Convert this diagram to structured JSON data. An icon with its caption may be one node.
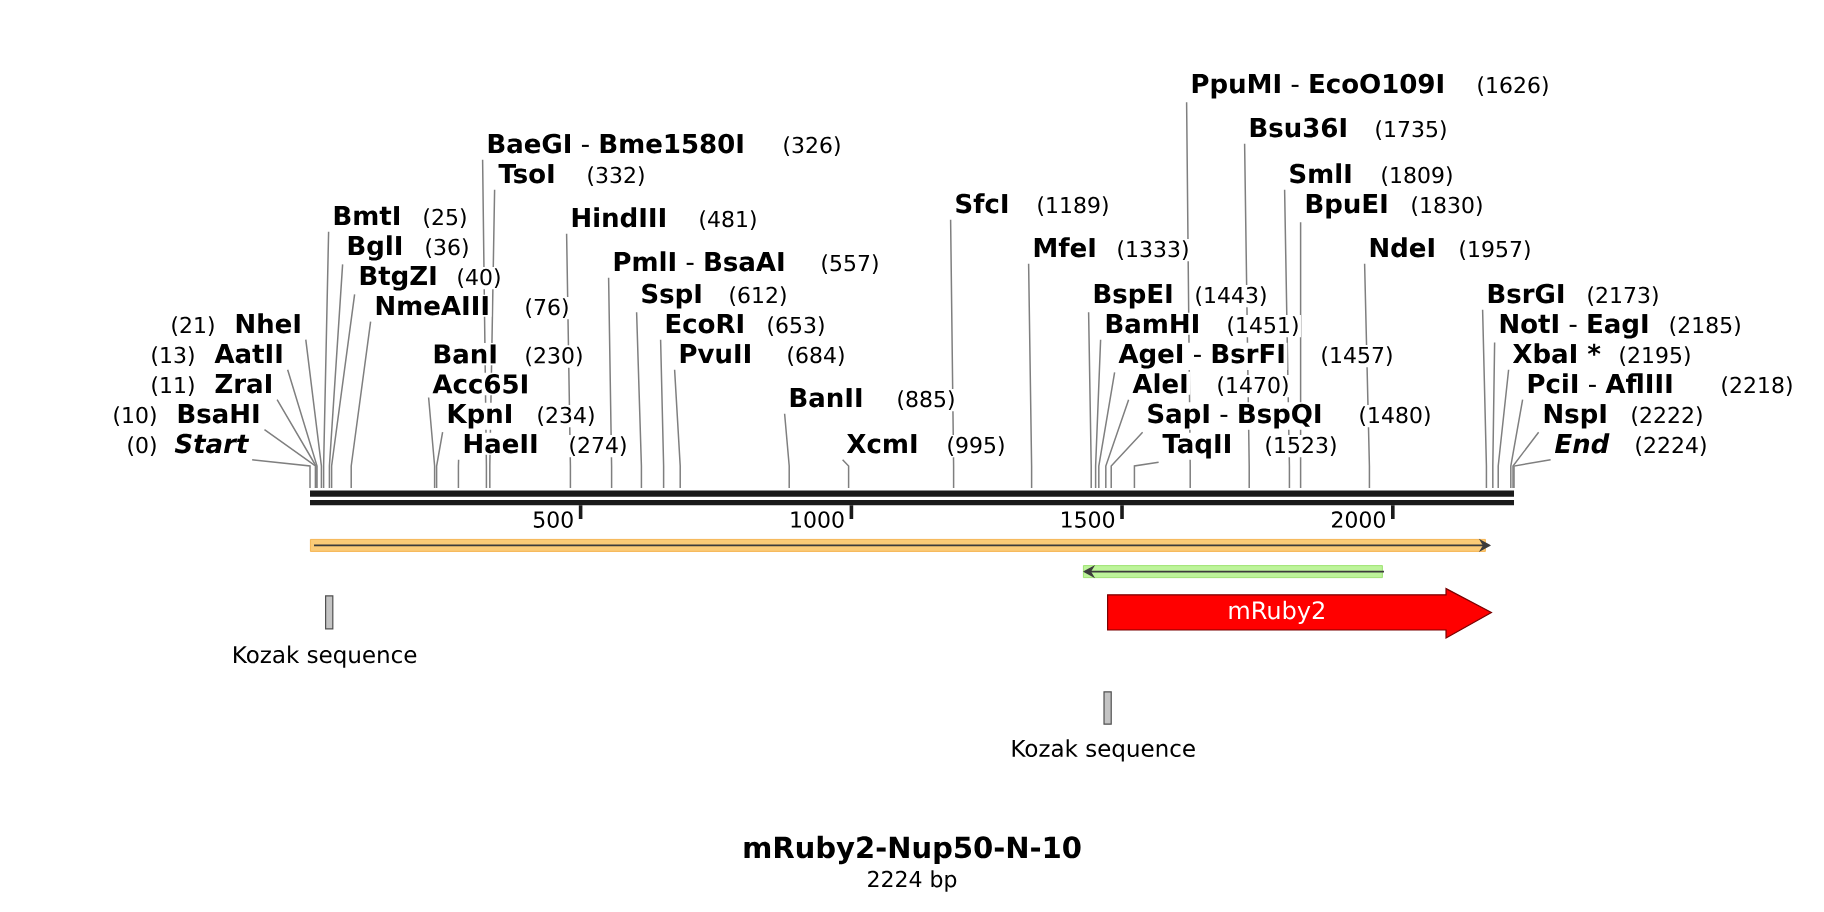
{
  "diagram": {
    "title": "mRuby2-Nup50-N-10",
    "caption": "2224 bp",
    "nodes": [
      {
        "text": [
          "(0)",
          "Start"
        ]
      },
      {
        "text": [
          "(10)",
          "BsaHI"
        ]
      },
      {
        "text": [
          "(11)",
          "ZraI"
        ]
      },
      {
        "text": [
          "(13)",
          "AatII"
        ]
      },
      {
        "text": [
          "(21)",
          "NheI"
        ]
      },
      {
        "text": [
          "BmtI",
          "(25)"
        ]
      },
      {
        "text": [
          "BglI",
          "(36)"
        ]
      },
      {
        "text": [
          "BtgZI",
          "(40)"
        ]
      },
      {
        "text": [
          "NmeAIII",
          "(76)"
        ]
      },
      {
        "text": [
          "BanI",
          "(230)",
          "Acc65I"
        ]
      },
      {
        "text": [
          "KpnI",
          "(234)"
        ]
      },
      {
        "text": [
          "HaeII",
          "(274)"
        ]
      },
      {
        "text": [
          "**BaeGI** - **Bme1580I**",
          "(326)"
        ]
      },
      {
        "text": [
          "TsoI",
          "(332)"
        ]
      },
      {
        "text": [
          "HindIII",
          "(481)"
        ]
      },
      {
        "text": [
          "**PmlI** - **BsaAI**",
          "(557)"
        ]
      },
      {
        "text": [
          "SspI",
          "(612)"
        ]
      },
      {
        "text": [
          "EcoRI",
          "(653)"
        ]
      },
      {
        "text": [
          "PvuII",
          "(684)"
        ]
      },
      {
        "text": [
          "BanII",
          "(885)"
        ]
      },
      {
        "text": [
          "XcmI",
          "(995)"
        ]
      },
      {
        "text": [
          "SfcI",
          "(1189)"
        ]
      },
      {
        "text": [
          "MfeI",
          "(1333)"
        ]
      },
      {
        "text": [
          "BspEI",
          "(1443)"
        ]
      },
      {
        "text": [
          "BamHI",
          "(1451)"
        ]
      },
      {
        "text": [
          "**AgeI** - **BsrFI**",
          "(1457)"
        ]
      },
      {
        "text": [
          "AleI",
          "(1470)"
        ]
      },
      {
        "text": [
          "**SapI** - **BspQI**",
          "(1480)"
        ]
      },
      {
        "text": [
          "TaqII",
          "(1523)"
        ]
      },
      {
        "text": [
          "**PpuMI** - **EcoO109I**",
          "(1626)"
        ]
      },
      {
        "text": [
          "Bsu36I",
          "(1735)"
        ]
      },
      {
        "text": [
          "SmlI",
          "(1809)"
        ]
      },
      {
        "text": [
          "BpuEI",
          "(1830)"
        ]
      },
      {
        "text": [
          "NdeI",
          "(1957)"
        ]
      },
      {
        "text": [
          "BsrGI",
          "(2173)"
        ]
      },
      {
        "text": [
          "**NotI** - **EagI**",
          "(2185)"
        ]
      },
      {
        "text": [
          "XbaI *",
          "(2195)"
        ]
      },
      {
        "text": [
          "**PciI** - **AflIII**",
          "(2218)"
        ]
      },
      {
        "text": [
          "NspI",
          "(2222)"
        ]
      },
      {
        "text": [
          "End",
          "(2224)"
        ]
      },
      {
        "text": [],
        "shape": "bar"
      },
      {
        "text": [],
        "shape": "band"
      },
      {
        "text": [],
        "shape": "band"
      },
      {
        "text": [
          "mRuby2"
        ]
      },
      {
        "text": [
          "Kozak sequence"
        ]
      },
      {
        "text": [
          "Kozak sequence"
        ]
      }
    ],
    "edges": [
      {
        "from": 0,
        "to": 40,
        "arrow": "none"
      },
      {
        "from": 1,
        "to": 40,
        "arrow": "none"
      },
      {
        "from": 2,
        "to": 40,
        "arrow": "none"
      },
      {
        "from": 3,
        "to": 40,
        "arrow": "none"
      },
      {
        "from": 4,
        "to": 40,
        "arrow": "none"
      },
      {
        "from": 5,
        "to": 40,
        "arrow": "none"
      },
      {
        "from": 6,
        "to": 40,
        "arrow": "none"
      },
      {
        "from": 7,
        "to": 40,
        "arrow": "none"
      },
      {
        "from": 8,
        "to": 40,
        "arrow": "none"
      },
      {
        "from": 9,
        "to": 40,
        "arrow": "none"
      },
      {
        "from": 10,
        "to": 40,
        "arrow": "none"
      },
      {
        "from": 11,
        "to": 40,
        "arrow": "none"
      },
      {
        "from": 12,
        "to": 40,
        "arrow": "none"
      },
      {
        "from": 13,
        "to": 40,
        "arrow": "none"
      },
      {
        "from": 14,
        "to": 40,
        "arrow": "none"
      },
      {
        "from": 15,
        "to": 40,
        "arrow": "none"
      },
      {
        "from": 16,
        "to": 40,
        "arrow": "none"
      },
      {
        "from": 17,
        "to": 40,
        "arrow": "none"
      },
      {
        "from": 18,
        "to": 40,
        "arrow": "none"
      },
      {
        "from": 19,
        "to": 40,
        "arrow": "none"
      },
      {
        "from": 20,
        "to": 40,
        "arrow": "none"
      },
      {
        "from": 21,
        "to": 40,
        "arrow": "none"
      },
      {
        "from": 22,
        "to": 40,
        "arrow": "none"
      },
      {
        "from": 23,
        "to": 40,
        "arrow": "none"
      },
      {
        "from": 24,
        "to": 40,
        "arrow": "none"
      },
      {
        "from": 25,
        "to": 40,
        "arrow": "none"
      },
      {
        "from": 26,
        "to": 40,
        "arrow": "none"
      },
      {
        "from": 27,
        "to": 40,
        "arrow": "none"
      },
      {
        "from": 28,
        "to": 40,
        "arrow": "none"
      },
      {
        "from": 29,
        "to": 40,
        "arrow": "none"
      },
      {
        "from": 30,
        "to": 40,
        "arrow": "none"
      },
      {
        "from": 31,
        "to": 40,
        "arrow": "none"
      },
      {
        "from": 32,
        "to": 40,
        "arrow": "none"
      },
      {
        "from": 33,
        "to": 40,
        "arrow": "none"
      },
      {
        "from": 34,
        "to": 40,
        "arrow": "none"
      },
      {
        "from": 35,
        "to": 40,
        "arrow": "none"
      },
      {
        "from": 36,
        "to": 40,
        "arrow": "none"
      },
      {
        "from": 37,
        "to": 40,
        "arrow": "none"
      },
      {
        "from": 38,
        "to": 40,
        "arrow": "none"
      },
      {
        "from": 39,
        "to": 40,
        "arrow": "none"
      }
    ],
    "labels": [
      "500",
      "1000",
      "1500",
      "2000"
    ]
  }
}
